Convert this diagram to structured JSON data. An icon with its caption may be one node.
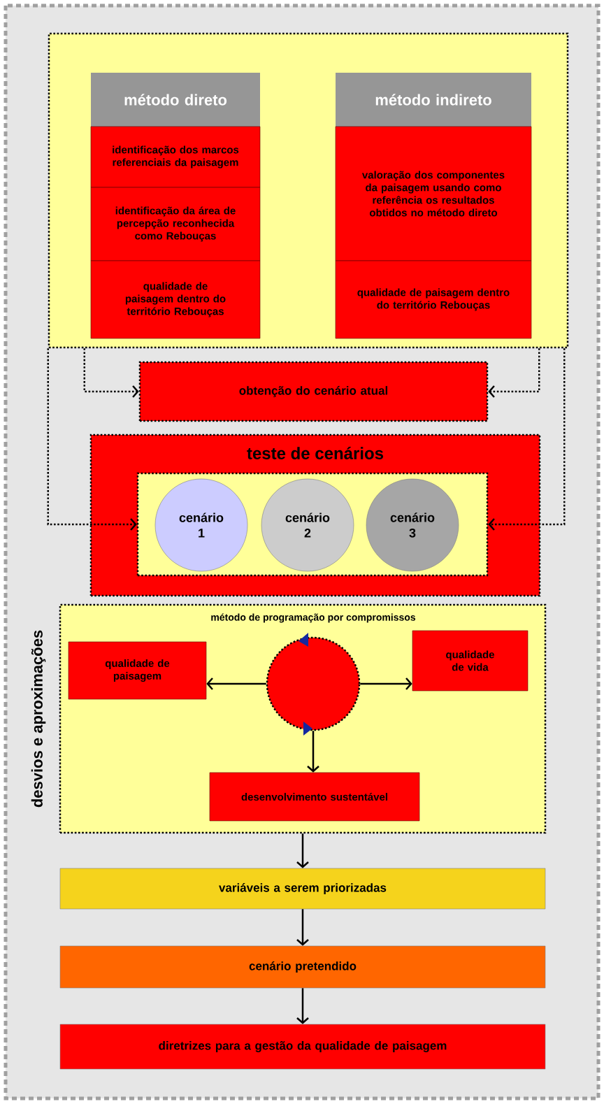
{
  "diagram": {
    "nodes": [
      {
        "text": [],
        "shape": "box"
      },
      {
        "text": [
          "método direto"
        ],
        "in": 0
      },
      {
        "text": [
          "identificação dos marcos referenciais da paisagem"
        ],
        "in": 0
      },
      {
        "text": [
          "identificação da área de percepção reconhecida como Rebouças"
        ],
        "in": 0
      },
      {
        "text": [
          "qualidade de paisagem dentro do território Rebouças"
        ],
        "in": 0
      },
      {
        "text": [
          "método indireto"
        ],
        "in": 0
      },
      {
        "text": [
          "valoração dos componentes da paisagem usando como referência os resultados obtidos no método direto"
        ],
        "in": 0
      },
      {
        "text": [
          "qualidade de paisagem dentro do território Rebouças"
        ],
        "in": 0
      },
      {
        "text": [
          "obtenção do cenário atual"
        ]
      },
      {
        "text": [
          "teste de cenários"
        ]
      },
      {
        "text": [],
        "shape": "box",
        "in": 9
      },
      {
        "text": [
          "cenário 1"
        ],
        "in": 10
      },
      {
        "text": [
          "cenário 2"
        ],
        "in": 10
      },
      {
        "text": [
          "cenário 3"
        ],
        "in": 10
      },
      {
        "text": [
          "desvios e aproximações"
        ]
      },
      {
        "text": [],
        "shape": "circle",
        "in": 14
      },
      {
        "text": [
          "qualidade de paisagem"
        ],
        "in": 14
      },
      {
        "text": [
          "qualidade de vida"
        ],
        "in": 14
      },
      {
        "text": [
          "desenvolvimento sustentável"
        ],
        "in": 14
      },
      {
        "text": [
          "variáveis a serem priorizadas"
        ]
      },
      {
        "text": [
          "cenário pretendido"
        ]
      },
      {
        "text": [
          "diretrizes para a gestão da qualidade de paisagem"
        ]
      }
    ],
    "edges": [
      {
        "from": 0,
        "to": 8,
        "arrow": "to",
        "style": "dashed"
      },
      {
        "from": 0,
        "to": 8,
        "arrow": "to",
        "style": "dashed"
      },
      {
        "from": 0,
        "to": 10,
        "arrow": "to",
        "style": "dashed"
      },
      {
        "from": 0,
        "to": 10,
        "arrow": "to",
        "style": "dashed"
      },
      {
        "from": 15,
        "to": 16,
        "arrow": "to"
      },
      {
        "from": 15,
        "to": 17,
        "arrow": "to"
      },
      {
        "from": 15,
        "to": 18,
        "arrow": "to"
      },
      {
        "from": 14,
        "to": 19,
        "arrow": "to"
      },
      {
        "from": 19,
        "to": 20,
        "arrow": "to"
      },
      {
        "from": 20,
        "to": 21,
        "arrow": "to"
      }
    ],
    "labels": [
      "método de programação por compromissos"
    ]
  }
}
